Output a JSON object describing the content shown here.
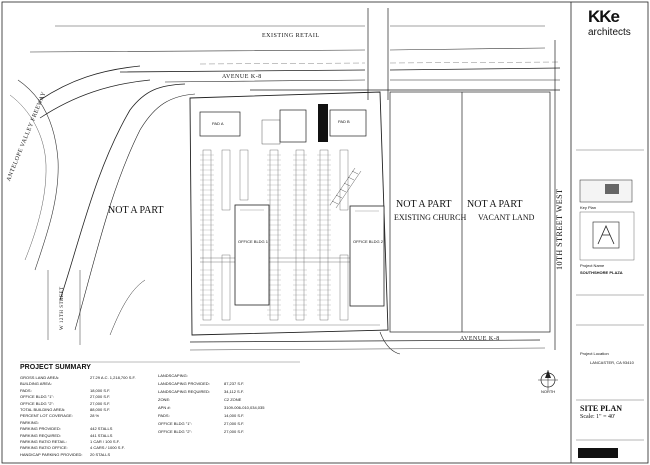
{
  "title_block": {
    "firm_logo_text": "KKe",
    "firm_name": "architects",
    "key_plan_label": "Key Plan",
    "project_label": "Project Name",
    "project_name": "SOUTHSHORE PLAZA",
    "project_location_label": "Project Location",
    "project_location": "LANCASTER, CA 93410",
    "sheet_title": "SITE PLAN",
    "scale": "Scale: 1\" = 40'"
  },
  "plan": {
    "north_label": "NORTH",
    "roads": {
      "existing_retail": "EXISTING RETAIL",
      "avenue_top": "AVENUE K-8",
      "avenue_bottom": "AVENUE K-8",
      "freeway": "ANTELOPE VALLEY FREEWAY",
      "street_west": "10TH STREET WEST",
      "w12th": "W 12TH STREET"
    },
    "parcels": {
      "not_a_part_left": "NOT A PART",
      "not_a_part_church": "NOT A PART",
      "existing_church": "EXISTING CHURCH",
      "not_a_part_vacant": "NOT A PART",
      "vacant_land": "VACANT LAND"
    },
    "buildings": {
      "pad_a": "PAD A",
      "pad_b": "PAD B",
      "office_1": "OFFICE BLDG 1",
      "office_2": "OFFICE BLDG 2"
    }
  },
  "summary": {
    "title": "PROJECT SUMMARY",
    "left_rows": [
      {
        "k": "GROSS LAND AREA:",
        "v": "27.29 A.C.   1,218,700 S.F."
      },
      {
        "k": "BUILDING AREA:",
        "v": ""
      },
      {
        "k": "PADS:",
        "v": "18,000 S.F."
      },
      {
        "k": "OFFICE BLDG \"1\":",
        "v": "27,000 S.F."
      },
      {
        "k": "OFFICE BLDG \"2\":",
        "v": "27,000 S.F."
      },
      {
        "k": "TOTAL BUILDING AREA:",
        "v": "88,000 S.F."
      },
      {
        "k": "PERCENT LOT COVERAGE:",
        "v": "28 %"
      },
      {
        "k": "PARKING:",
        "v": ""
      },
      {
        "k": "PARKING PROVIDED:",
        "v": "442 STALLS"
      },
      {
        "k": "PARKING REQUIRED:",
        "v": "441 STALLS"
      },
      {
        "k": "PARKING RATIO RETAIL:",
        "v": "1 CAR / 100 S.F."
      },
      {
        "k": "PARKING RATIO OFFICE:",
        "v": "4 CARS / 1000 S.F."
      },
      {
        "k": "HANDICAP PARKING PROVIDED:",
        "v": "20 STALLS"
      }
    ],
    "right_rows": [
      {
        "k": "LANDSCAPING:",
        "v": ""
      },
      {
        "k": "LANDSCAPING PROVIDED:",
        "v": "87,237 S.F."
      },
      {
        "k": "LANDSCAPING REQUIRED:",
        "v": "34,112 S.F."
      },
      {
        "k": "ZONE:",
        "v": "C2 ZONE"
      },
      {
        "k": "APN #:",
        "v": "3109-006-010,034,035"
      },
      {
        "k": "PADS:",
        "v": "14,000 S.F."
      },
      {
        "k": "OFFICE BLDG \"1\":",
        "v": "27,000 S.F."
      },
      {
        "k": "OFFICE BLDG \"2\":",
        "v": "27,000 S.F."
      }
    ]
  }
}
